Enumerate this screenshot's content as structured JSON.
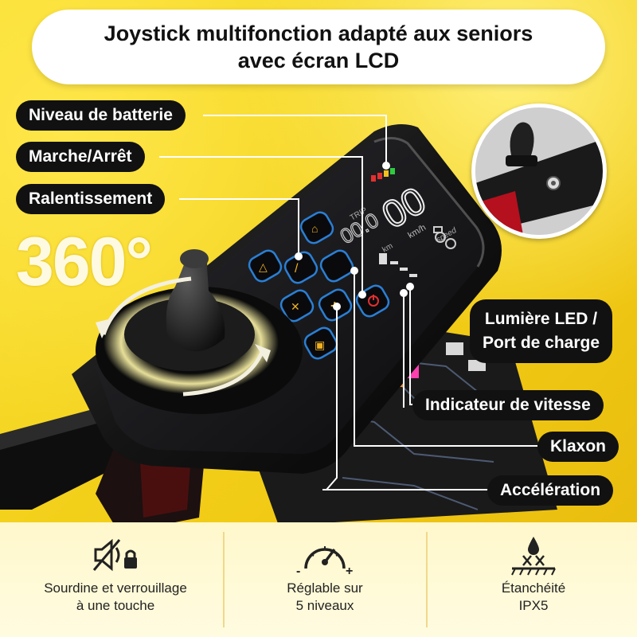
{
  "title": {
    "line1": "Joystick multifonction adapté aux seniors",
    "line2": "avec écran LCD"
  },
  "rotation_text": "360°",
  "labels": {
    "battery": "Niveau de batterie",
    "power": "Marche/Arrêt",
    "slowdown": "Ralentissement",
    "led_line1": "Lumière LED /",
    "led_line2": "Port de charge",
    "speed_indicator": "Indicateur de vitesse",
    "horn": "Klaxon",
    "acceleration": "Accélération"
  },
  "display": {
    "speed_value": "00",
    "speed_unit": "km/h",
    "speed_word": "speed",
    "trip_label": "TRIP",
    "odo_label": "km",
    "odo_value": "00.0"
  },
  "features": [
    {
      "icon": "mute-lock-icon",
      "line1": "Sourdine et verrouillage",
      "line2": "à une touche"
    },
    {
      "icon": "speed-gauge-icon",
      "line1": "Réglable sur",
      "line2": "5 niveaux"
    },
    {
      "icon": "waterproof-icon",
      "line1": "Étanchéité",
      "line2": "IPX5"
    }
  ],
  "colors": {
    "accent_yellow": "#f4d21f",
    "button_blue": "#2a7fd4",
    "battery_green": "#2ecc40",
    "battery_red": "#e23030"
  }
}
